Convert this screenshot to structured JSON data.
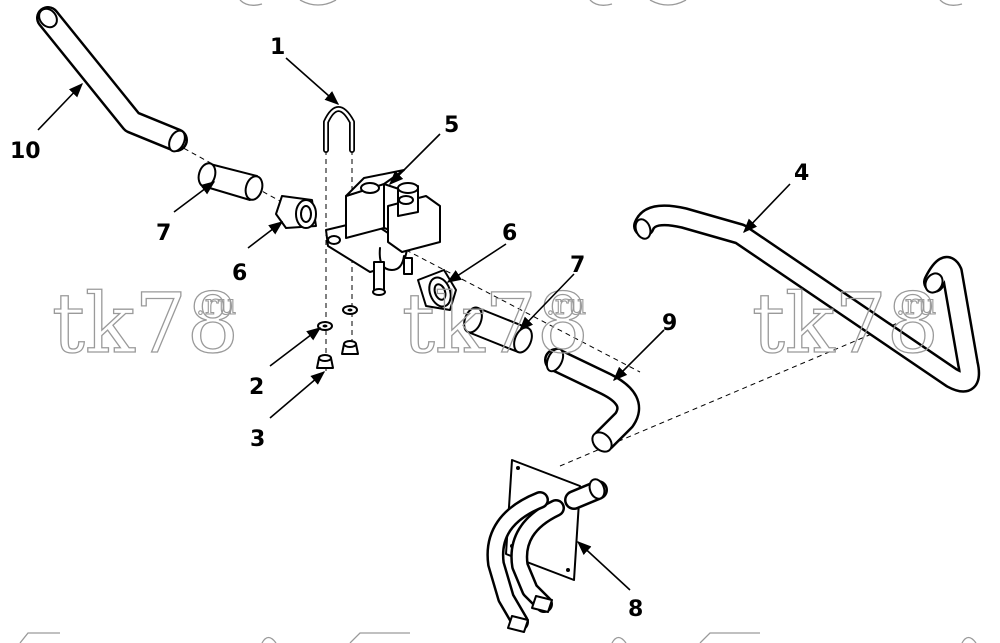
{
  "diagram": {
    "type": "exploded-parts-drawing",
    "callouts": [
      "1",
      "2",
      "3",
      "4",
      "5",
      "6",
      "6",
      "7",
      "7",
      "8",
      "9",
      "10"
    ],
    "watermark": {
      "main": "tk78",
      "suffix": ".ru"
    }
  },
  "colors": {
    "line": "#000000",
    "background": "#ffffff",
    "watermark": "#9a9a9a"
  }
}
